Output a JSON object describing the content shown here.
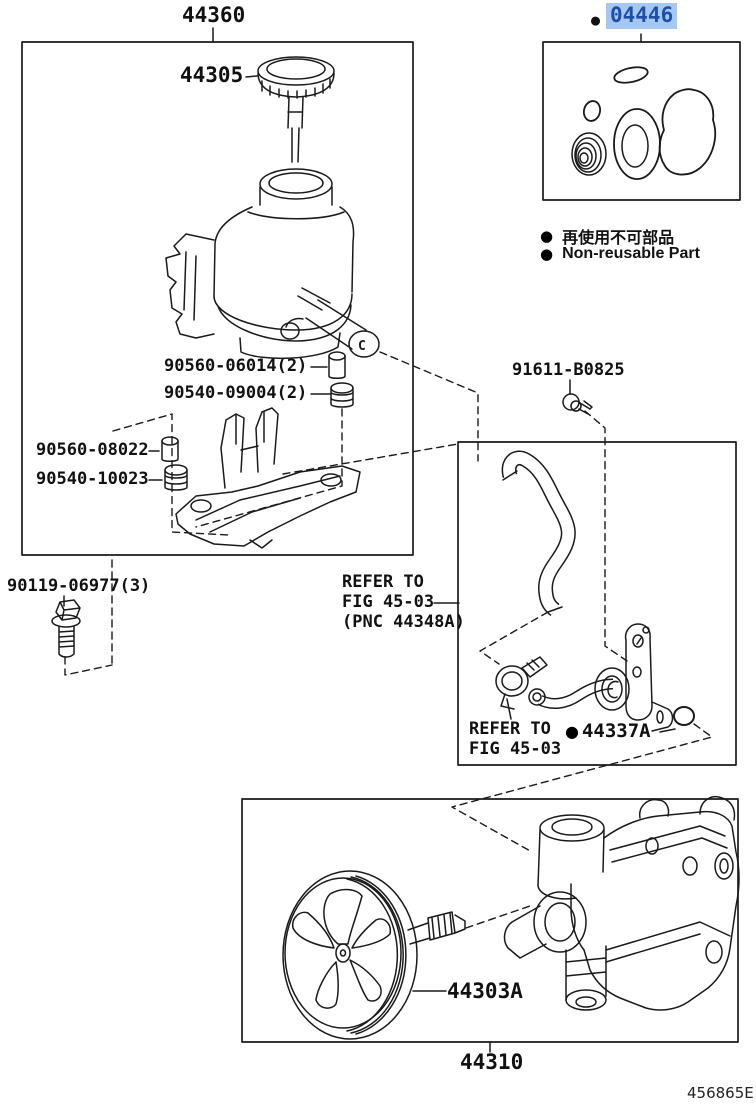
{
  "diagram": {
    "labels": {
      "reservoir_assembly": "44360",
      "reservoir_cap": "44305",
      "seal_kit": "04446",
      "bushing_upper": "90560-06014(2)",
      "grommet_upper": "90540-09004(2)",
      "bushing_lower": "90560-08022",
      "grommet_lower": "90540-10023",
      "bracket_bolt": "90119-06977(3)",
      "union_bolt": "91611-B0825",
      "refer1_line1": "REFER TO",
      "refer1_line2": "FIG 45-03",
      "refer1_line3": "(PNC 44348A)",
      "refer2_line1": "REFER TO",
      "refer2_line2": "FIG 45-03",
      "oring": "44337A",
      "pulley": "44303A",
      "pump_assembly": "44310",
      "figure_code": "456865E",
      "tube_end_marker": "C"
    },
    "legend": {
      "marker": "●",
      "jp": "再使用不可部品",
      "en": "Non-reusable Part"
    },
    "colors": {
      "highlight_bg": "#a5c8f2",
      "highlight_text": "#1d4fa8",
      "line": "#1a1a1a"
    }
  }
}
